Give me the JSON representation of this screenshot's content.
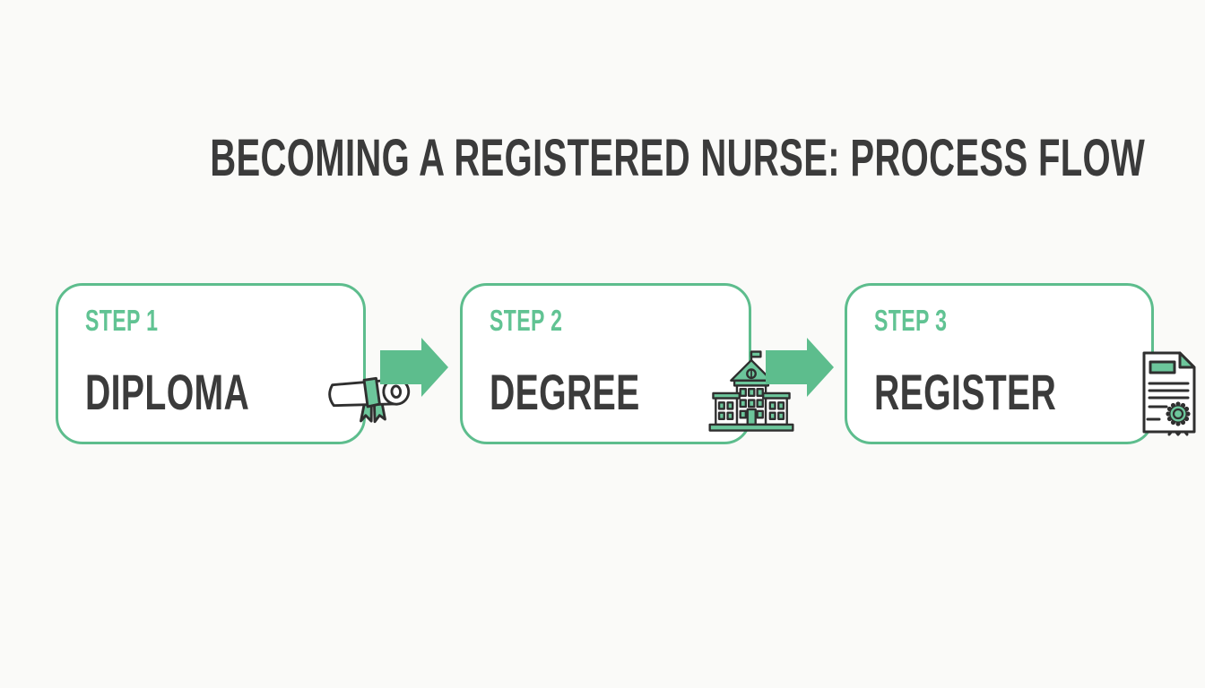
{
  "title": "BECOMING A REGISTERED NURSE: PROCESS FLOW",
  "colors": {
    "accent_green": "#5dbd8d",
    "step_label_green": "#61c393",
    "icon_fill_green": "#6cc69b",
    "dark_text": "#3b3b3b",
    "icon_outline": "#2f2f2f",
    "page_background": "#fafaf8",
    "card_background": "#ffffff"
  },
  "steps": [
    {
      "step_label": "STEP 1",
      "name": "DIPLOMA",
      "icon": "diploma-scroll-icon"
    },
    {
      "step_label": "STEP 2",
      "name": "DEGREE",
      "icon": "university-building-icon"
    },
    {
      "step_label": "STEP 3",
      "name": "REGISTER",
      "icon": "certificate-seal-icon"
    }
  ],
  "connectors": [
    {
      "type": "arrow-right"
    },
    {
      "type": "arrow-right"
    }
  ]
}
